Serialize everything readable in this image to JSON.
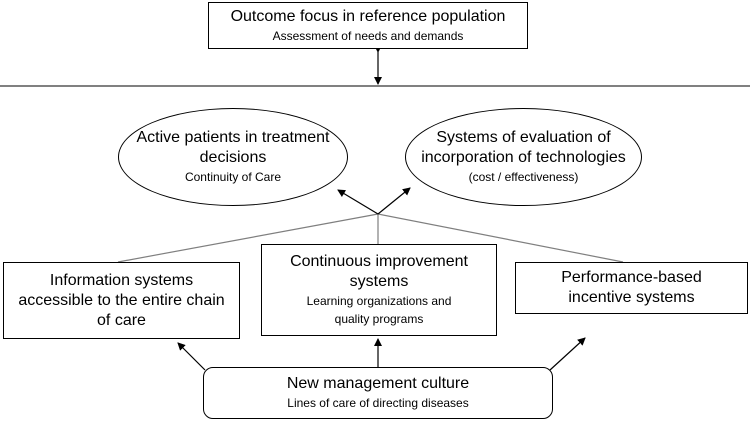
{
  "outcome": {
    "title": "Outcome focus in reference population",
    "subtitle": "Assessment of needs and demands"
  },
  "active_patients": {
    "title_line1": "Active patients in treatment",
    "title_line2": "decisions",
    "subtitle": "Continuity of Care"
  },
  "evaluation": {
    "title_line1": "Systems of evaluation of",
    "title_line2": "incorporation of technologies",
    "subtitle": "(cost / effectiveness)"
  },
  "information": {
    "line1": "Information systems",
    "line2": "accessible to the entire chain",
    "line3": "of care"
  },
  "continuous": {
    "title_line1": "Continuous improvement",
    "title_line2": "systems",
    "subtitle_line1": "Learning organizations and",
    "subtitle_line2": "quality programs"
  },
  "performance": {
    "line1": "Performance-based",
    "line2": "incentive systems"
  },
  "management": {
    "title": "New management culture",
    "subtitle": "Lines of care of directing diseases"
  },
  "colors": {
    "stroke": "#000000",
    "connector": "#7f7f7f",
    "background": "#ffffff"
  }
}
